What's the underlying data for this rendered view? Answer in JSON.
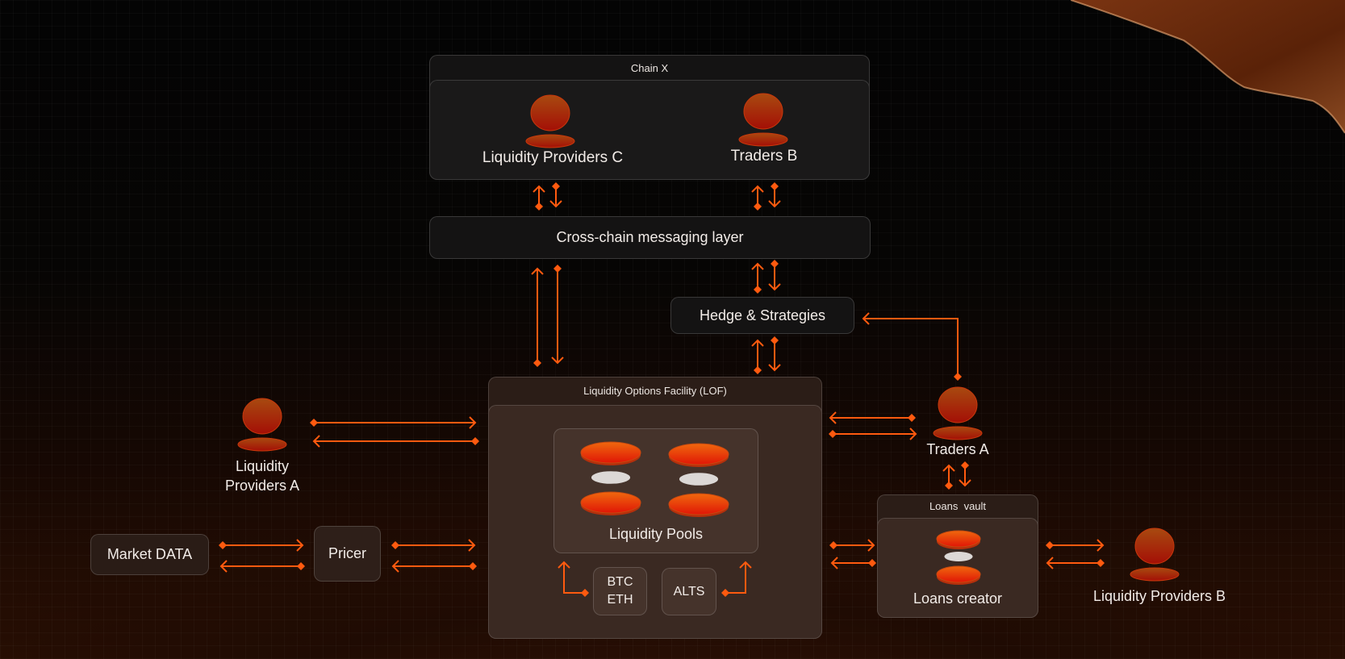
{
  "diagram": {
    "chain_x": {
      "title": "Chain X",
      "actors": [
        {
          "label": "Liquidity Providers C"
        },
        {
          "label": "Traders B"
        }
      ]
    },
    "cross_chain": {
      "label": "Cross-chain messaging layer"
    },
    "hedge": {
      "label": "Hedge & Strategies"
    },
    "lof": {
      "title": "Liquidity Options Facility (LOF)",
      "pools": {
        "label": "Liquidity Pools"
      },
      "assets": [
        {
          "label_line1": "BTC",
          "label_line2": "ETH"
        },
        {
          "label_line1": "ALTS",
          "label_line2": ""
        }
      ]
    },
    "lp_a": {
      "label_line1": "Liquidity",
      "label_line2": "Providers A"
    },
    "traders_a": {
      "label": "Traders A"
    },
    "market_data": {
      "label": "Market DATA"
    },
    "pricer": {
      "label": "Pricer"
    },
    "loans_vault": {
      "title": "Loans  vault",
      "creator": {
        "label": "Loans creator"
      }
    },
    "lp_b": {
      "label": "Liquidity Providers B"
    }
  },
  "colors": {
    "accent": "#ff5a0f",
    "actor_top": "#b0480f",
    "actor_bottom": "#a80f05",
    "disk_top": "#ff7a12",
    "disk_bottom": "#e81806",
    "disk_mid": "#dcd8d6"
  }
}
